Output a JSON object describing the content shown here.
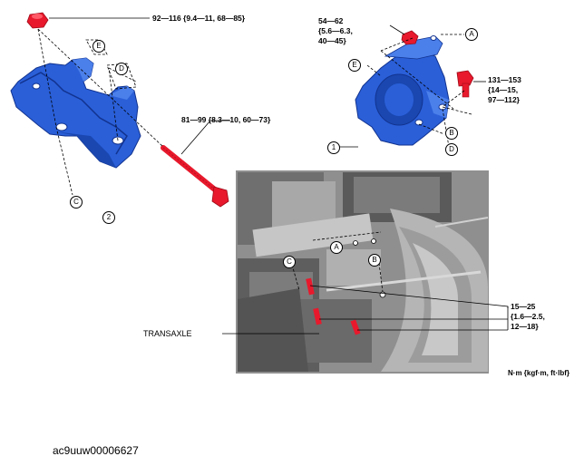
{
  "labels": {
    "torque_top": "92—116 {9.4—11, 68—85}",
    "torque_mid": "81—99 {8.3—10, 60—73}",
    "torque_upper_right_l1": "54—62",
    "torque_upper_right_l2": "{5.6—6.3,",
    "torque_upper_right_l3": "40—45}",
    "torque_right_l1": "131—153",
    "torque_right_l2": "{14—15,",
    "torque_right_l3": "97—112}",
    "torque_photo_l1": "15—25",
    "torque_photo_l2": "{1.6—2.5,",
    "torque_photo_l3": "12—18}",
    "transaxle": "TRANSAXLE",
    "units": "N·m {kgf·m, ft·lbf}",
    "figure_id": "ac9uuw00006627"
  },
  "callouts": {
    "a": "A",
    "b": "B",
    "c": "C",
    "d": "D",
    "e": "E",
    "one": "1",
    "two": "2"
  },
  "colors": {
    "part_blue": "#2a5fd8",
    "part_blue_dark": "#12338f",
    "fastener_red": "#e8192c",
    "photo_bg": "#9a9a9a"
  }
}
